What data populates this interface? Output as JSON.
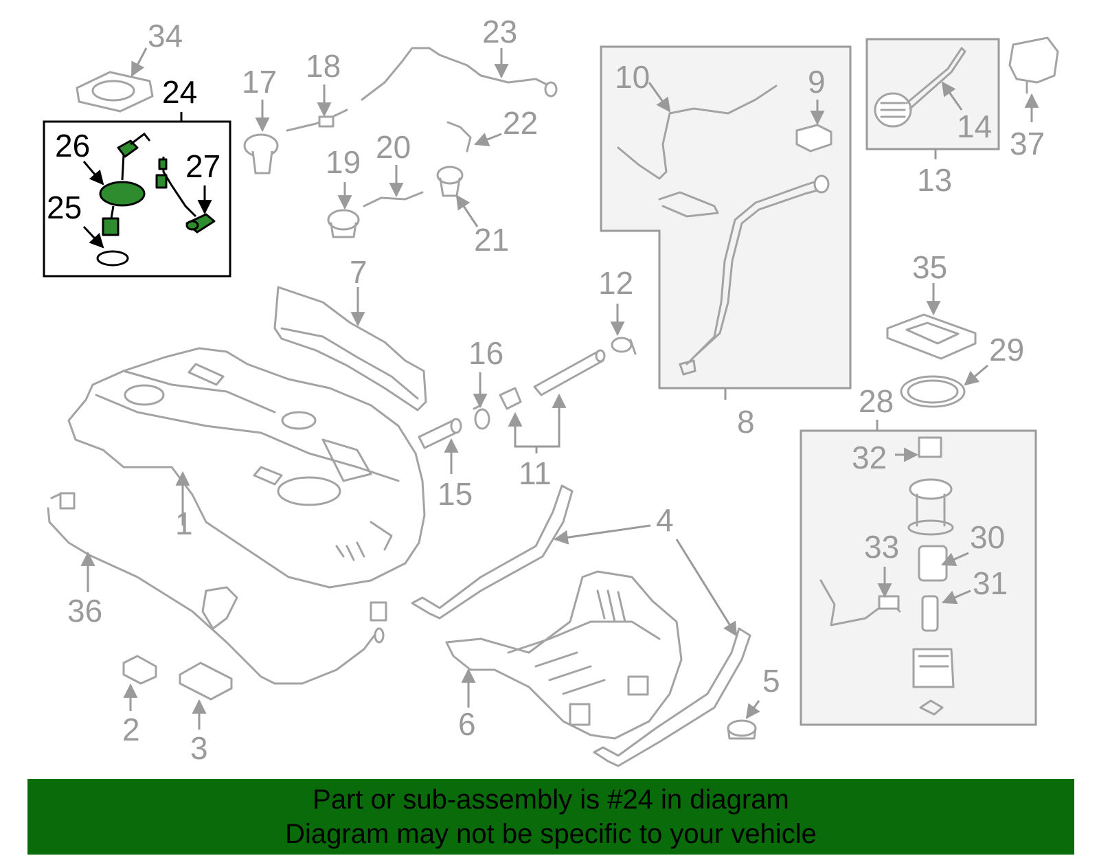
{
  "callouts": {
    "c1": "1",
    "c2": "2",
    "c3": "3",
    "c4a": "4",
    "c5": "5",
    "c6": "6",
    "c7": "7",
    "c8": "8",
    "c9": "9",
    "c10": "10",
    "c11": "11",
    "c12": "12",
    "c13": "13",
    "c14": "14",
    "c15": "15",
    "c16": "16",
    "c17": "17",
    "c18": "18",
    "c19": "19",
    "c20": "20",
    "c21": "21",
    "c22": "22",
    "c23": "23",
    "c24": "24",
    "c25": "25",
    "c26": "26",
    "c27": "27",
    "c28": "28",
    "c29": "29",
    "c30": "30",
    "c31": "31",
    "c32": "32",
    "c33": "33",
    "c34": "34",
    "c35": "35",
    "c36": "36",
    "c37": "37"
  },
  "highlight": {
    "part_number": "24",
    "color": "#2e8b2e"
  },
  "banner": {
    "line1": "Part or sub-assembly is #24 in diagram",
    "line2": "Diagram may not be specific to your vehicle",
    "background": "#0a6b0a"
  }
}
